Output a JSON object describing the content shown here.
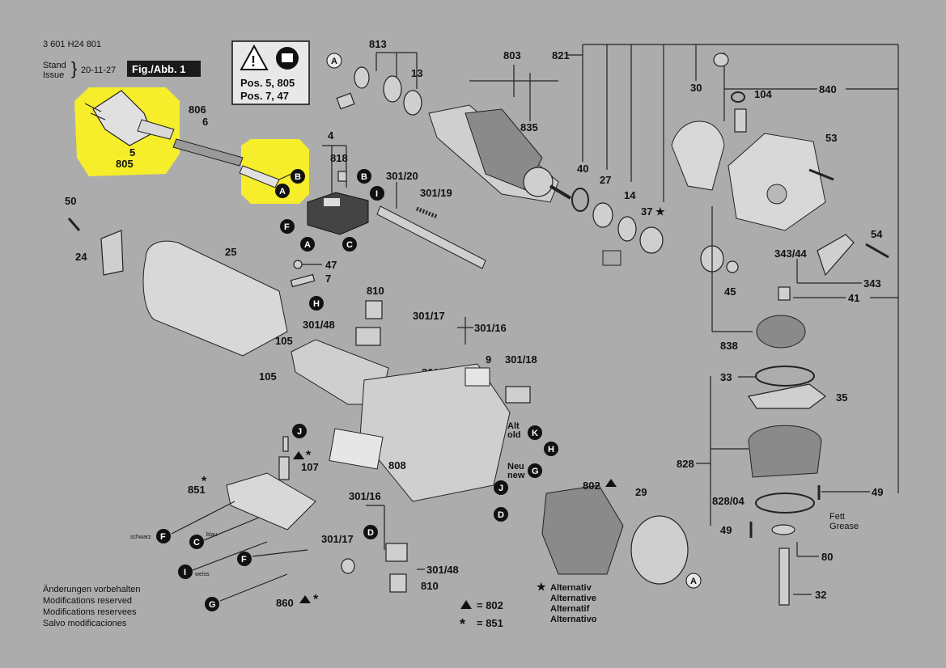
{
  "header": {
    "doc_number": "3 601 H24 801",
    "stand_label": "Stand",
    "issue_label": "Issue",
    "date": "20-11-27",
    "fig_label": "Fig./Abb. 1"
  },
  "warning_box": {
    "pos_line_1": "Pos. 5, 805",
    "pos_line_2": "Pos. 7, 47"
  },
  "footer_notes": {
    "lines": [
      "Änderungen vorbehalten",
      "Modifications reserved",
      "Modifications reservees",
      "Salvo modificaciones"
    ]
  },
  "legend": {
    "triangle_value": "= 802",
    "star_value": "= 851",
    "alternativ_lines": [
      "Alternativ",
      "Alternative",
      "Alternatif",
      "Alternativo"
    ]
  },
  "wire_labels": {
    "schwarz": "schwarz",
    "blau": "blau",
    "weiss": "weiss"
  },
  "switch_labels": {
    "alt": "Alt",
    "old": "old",
    "neu": "Neu",
    "new": "new"
  },
  "fett": {
    "line_1": "Fett",
    "line_2": "Grease"
  },
  "part_labels": {
    "p5": "5",
    "p805": "805",
    "p806": "806",
    "p6": "6",
    "p4": "4",
    "p818": "818",
    "p301_20": "301/20",
    "p301_19": "301/19",
    "p813": "813",
    "p13": "13",
    "p803": "803",
    "p835": "835",
    "p821": "821",
    "p30": "30",
    "p104": "104",
    "p840": "840",
    "p53": "53",
    "p40": "40",
    "p27": "27",
    "p14": "14",
    "p37": "37",
    "p50": "50",
    "p24": "24",
    "p25": "25",
    "p47": "47",
    "p7": "7",
    "p810a": "810",
    "p301_17a": "301/17",
    "p301_48a": "301/48",
    "p301_16a": "301/16",
    "p105a": "105",
    "p105b": "105",
    "p9": "9",
    "p301_18": "301/18",
    "p301_1": "301/1",
    "p343_44": "343/44",
    "p54": "54",
    "p343": "343",
    "p45": "45",
    "p41": "41",
    "p838": "838",
    "p33": "33",
    "p35": "35",
    "p828": "828",
    "p828_04": "828/04",
    "p49a": "49",
    "p49b": "49",
    "p80": "80",
    "p32": "32",
    "p107": "107",
    "p851": "851",
    "p808": "808",
    "p802": "802",
    "p29": "29",
    "p301_16b": "301/16",
    "p301_17b": "301/17",
    "p301_48b": "301/48",
    "p810b": "810",
    "p860": "860"
  },
  "circle_letters": {
    "A": "A",
    "B": "B",
    "C": "C",
    "D": "D",
    "F": "F",
    "G": "G",
    "H": "H",
    "I": "I",
    "J": "J",
    "K": "K"
  }
}
